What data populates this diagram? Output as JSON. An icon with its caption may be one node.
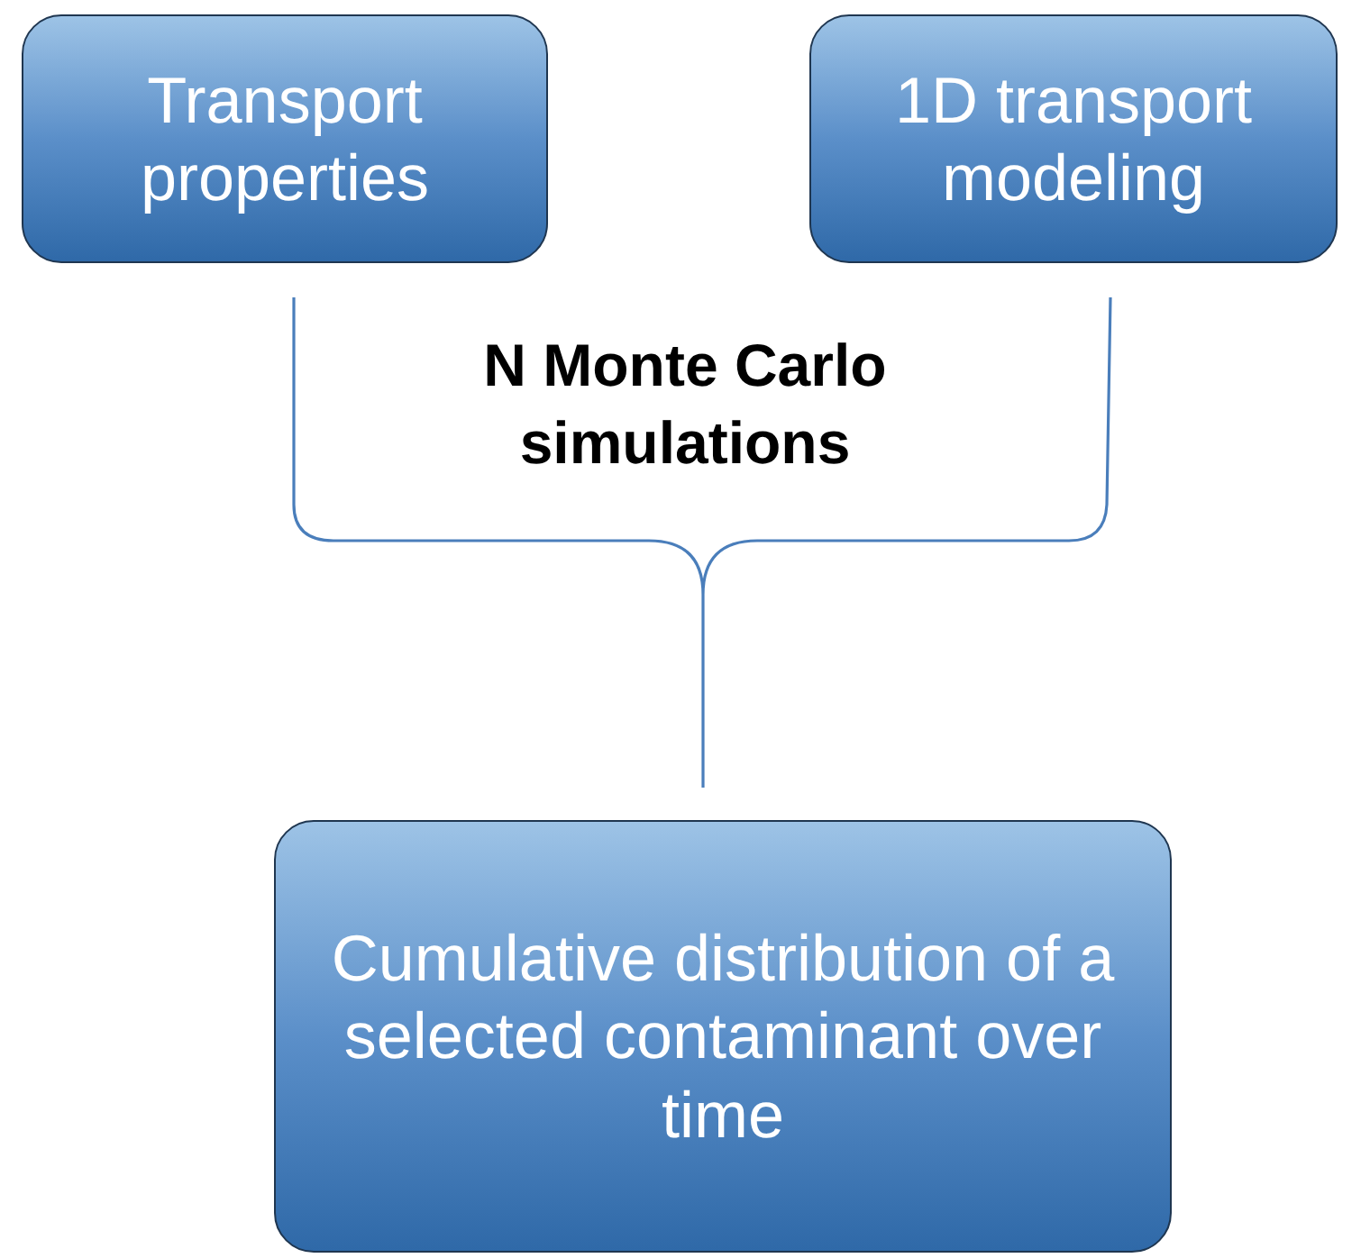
{
  "diagram": {
    "nodes": [
      {
        "text": [
          "Transport properties"
        ]
      },
      {
        "text": [
          "1D transport modeling"
        ]
      },
      {
        "text": [
          "Cumulative distribution of a selected contaminant over time"
        ]
      }
    ],
    "labels": [
      "N Monte Carlo simulations"
    ]
  }
}
